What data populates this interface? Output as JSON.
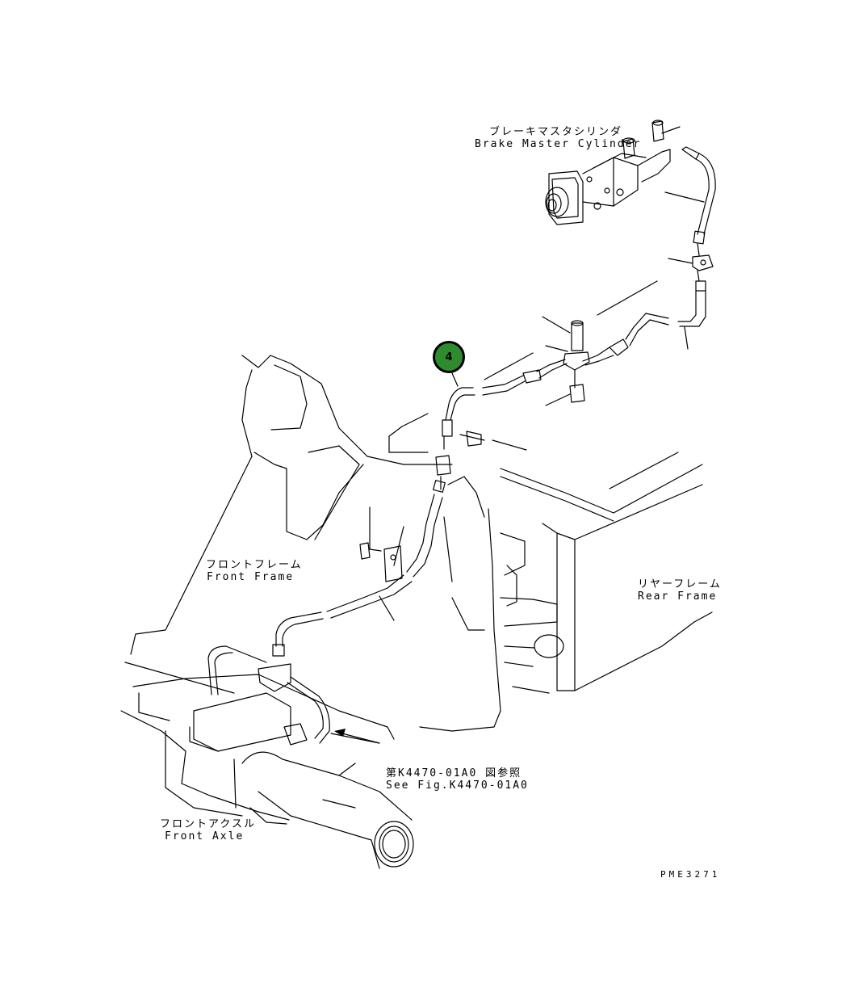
{
  "labels": {
    "brake_master_jp": "ブレーキマスタシリンダ",
    "brake_master_en": "Brake Master Cylinder",
    "front_frame_jp": "フロントフレーム",
    "front_frame_en": "Front Frame",
    "rear_frame_jp": "リヤーフレーム",
    "rear_frame_en": "Rear Frame",
    "see_fig_jp": "第K4470-01A0 図参照",
    "see_fig_en": "See Fig.K4470-01A0",
    "front_axle_jp": "フロントアクスル",
    "front_axle_en": "Front Axle",
    "drawing_code": "PME3271"
  },
  "callout": {
    "number": "4",
    "color": "#2e8b2e"
  }
}
